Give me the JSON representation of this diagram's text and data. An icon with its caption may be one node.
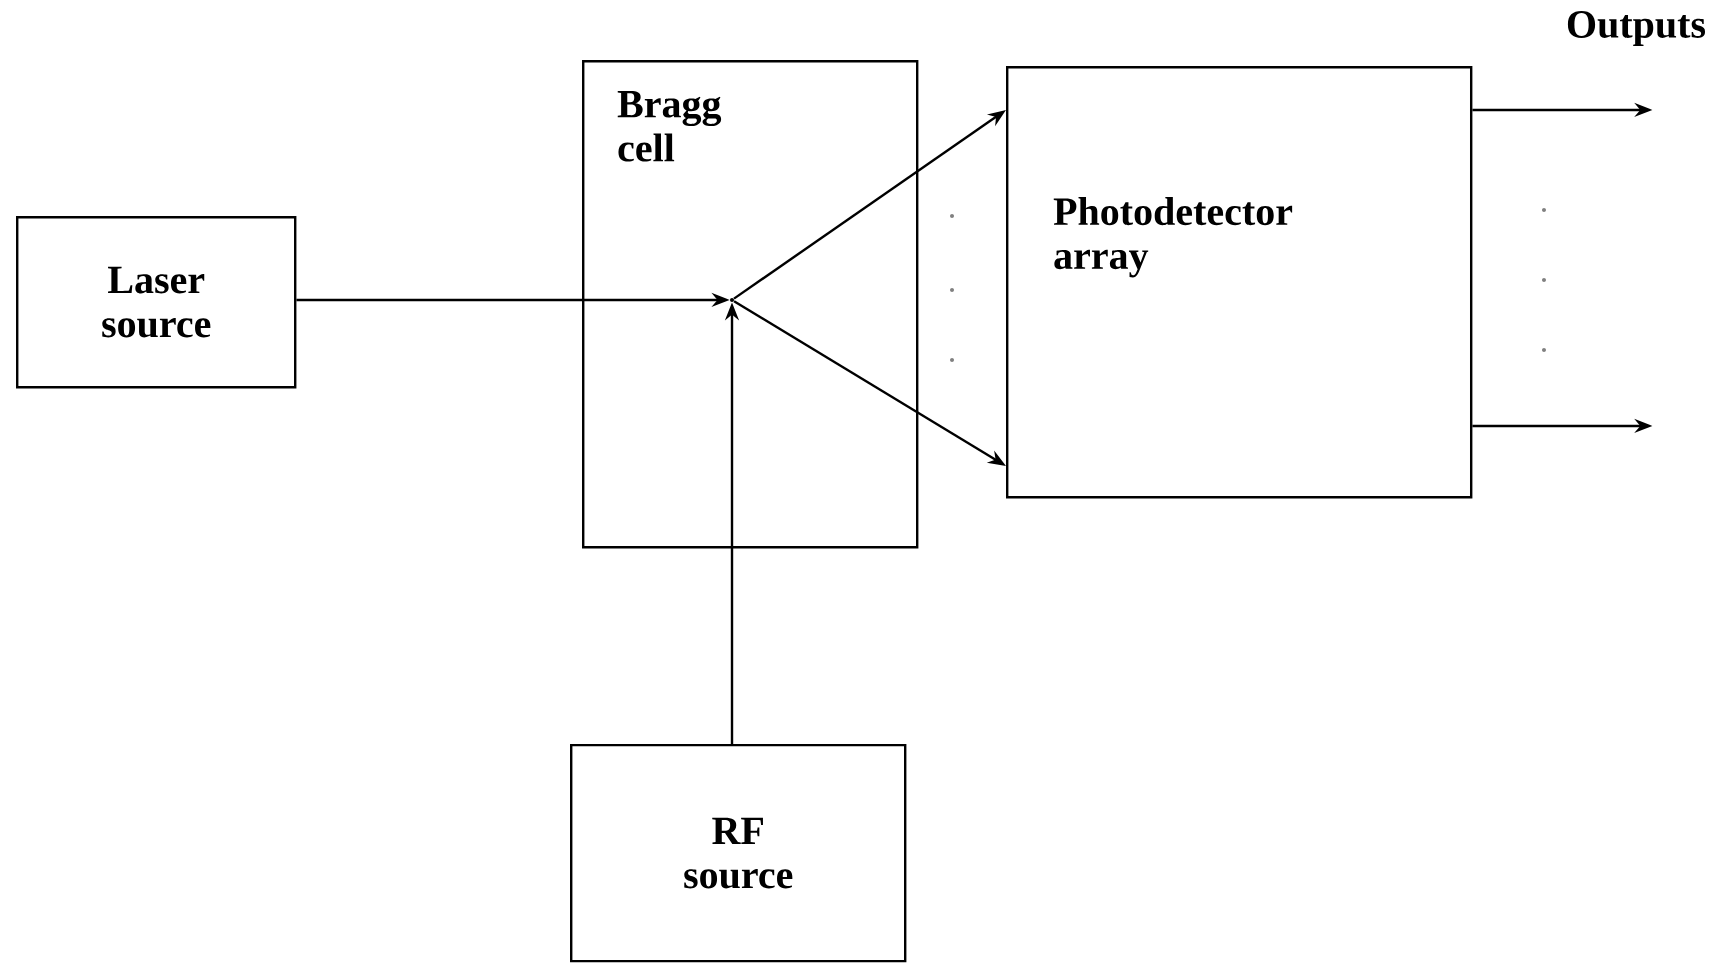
{
  "diagram": {
    "nodes": [
      {
        "text": [
          "Laser source"
        ]
      },
      {
        "text": [
          "Bragg cell"
        ]
      },
      {
        "text": [
          "Photodetector array"
        ]
      },
      {
        "text": [
          "RF source"
        ]
      },
      {
        "text": [],
        "shape": "point",
        "in": 1
      }
    ],
    "edges": [
      {
        "from": 0,
        "to": 4,
        "arrow": "to"
      },
      {
        "from": 3,
        "to": 4,
        "arrow": "to"
      },
      {
        "from": 4,
        "to": 2,
        "arrow": "to"
      },
      {
        "from": 4,
        "to": 2,
        "arrow": "to"
      },
      {
        "from": 2,
        "to": null,
        "arrow": "to"
      },
      {
        "from": 2,
        "to": null,
        "arrow": "to"
      }
    ],
    "labels": [
      "Outputs"
    ]
  }
}
